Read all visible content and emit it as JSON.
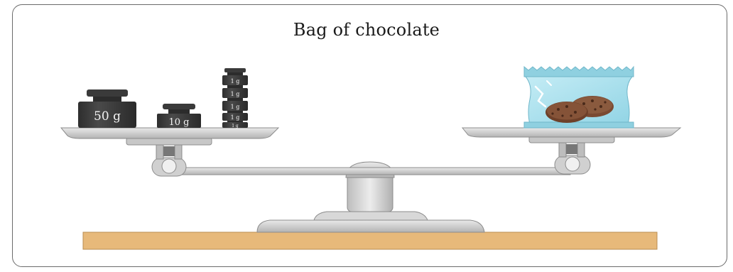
{
  "title": "Bag of chocolate",
  "weights": {
    "big": "50 g",
    "medium": "10 g",
    "small": [
      "1 g",
      "1 g",
      "1 g",
      "1 g",
      "1 g"
    ]
  },
  "colors": {
    "table": "#e7b97a",
    "metal": "#c9c9c9",
    "weight": "#3b3b3b",
    "bag": "#a8dde9",
    "chocolate": "#7a4a32"
  }
}
